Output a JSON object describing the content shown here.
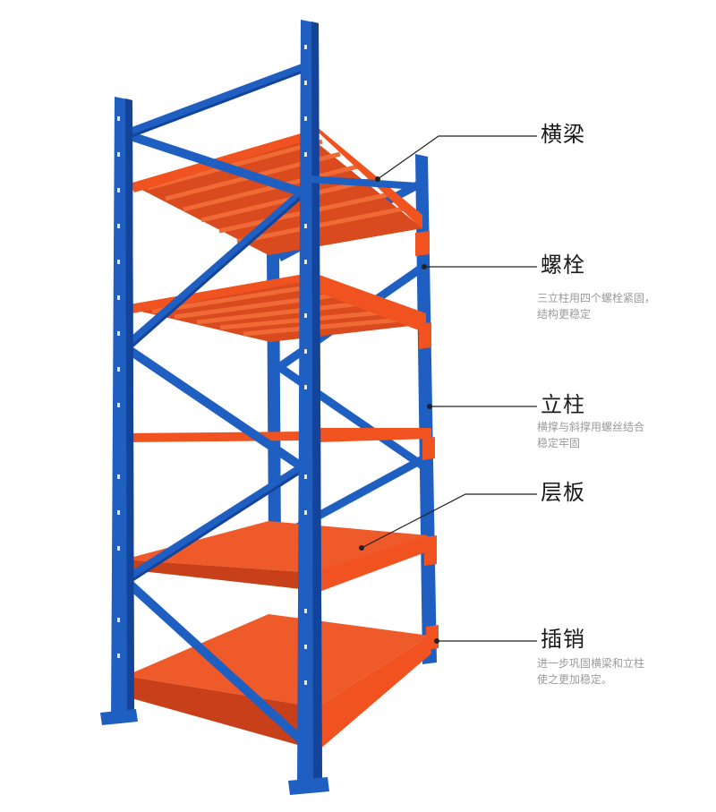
{
  "colors": {
    "upright": "#1f5fc2",
    "upright_shade": "#14449a",
    "beam": "#f0531f",
    "beam_shade": "#c8401a",
    "deck": "#ee5a2a",
    "leader": "#222222",
    "label_text": "#1a1a1a",
    "desc_text": "#9a9a9a"
  },
  "callouts": [
    {
      "title": "横梁",
      "lines": []
    },
    {
      "title": "螺栓",
      "lines": [
        "三立柱用四个螺栓紧固，",
        "结构更稳定"
      ]
    },
    {
      "title": "立柱",
      "lines": [
        "横撑与斜撑用螺丝结合",
        "稳定牢固"
      ]
    },
    {
      "title": "层板",
      "lines": []
    },
    {
      "title": "插销",
      "lines": [
        "进一步巩固横梁和立柱",
        "使之更加稳定。"
      ]
    }
  ]
}
